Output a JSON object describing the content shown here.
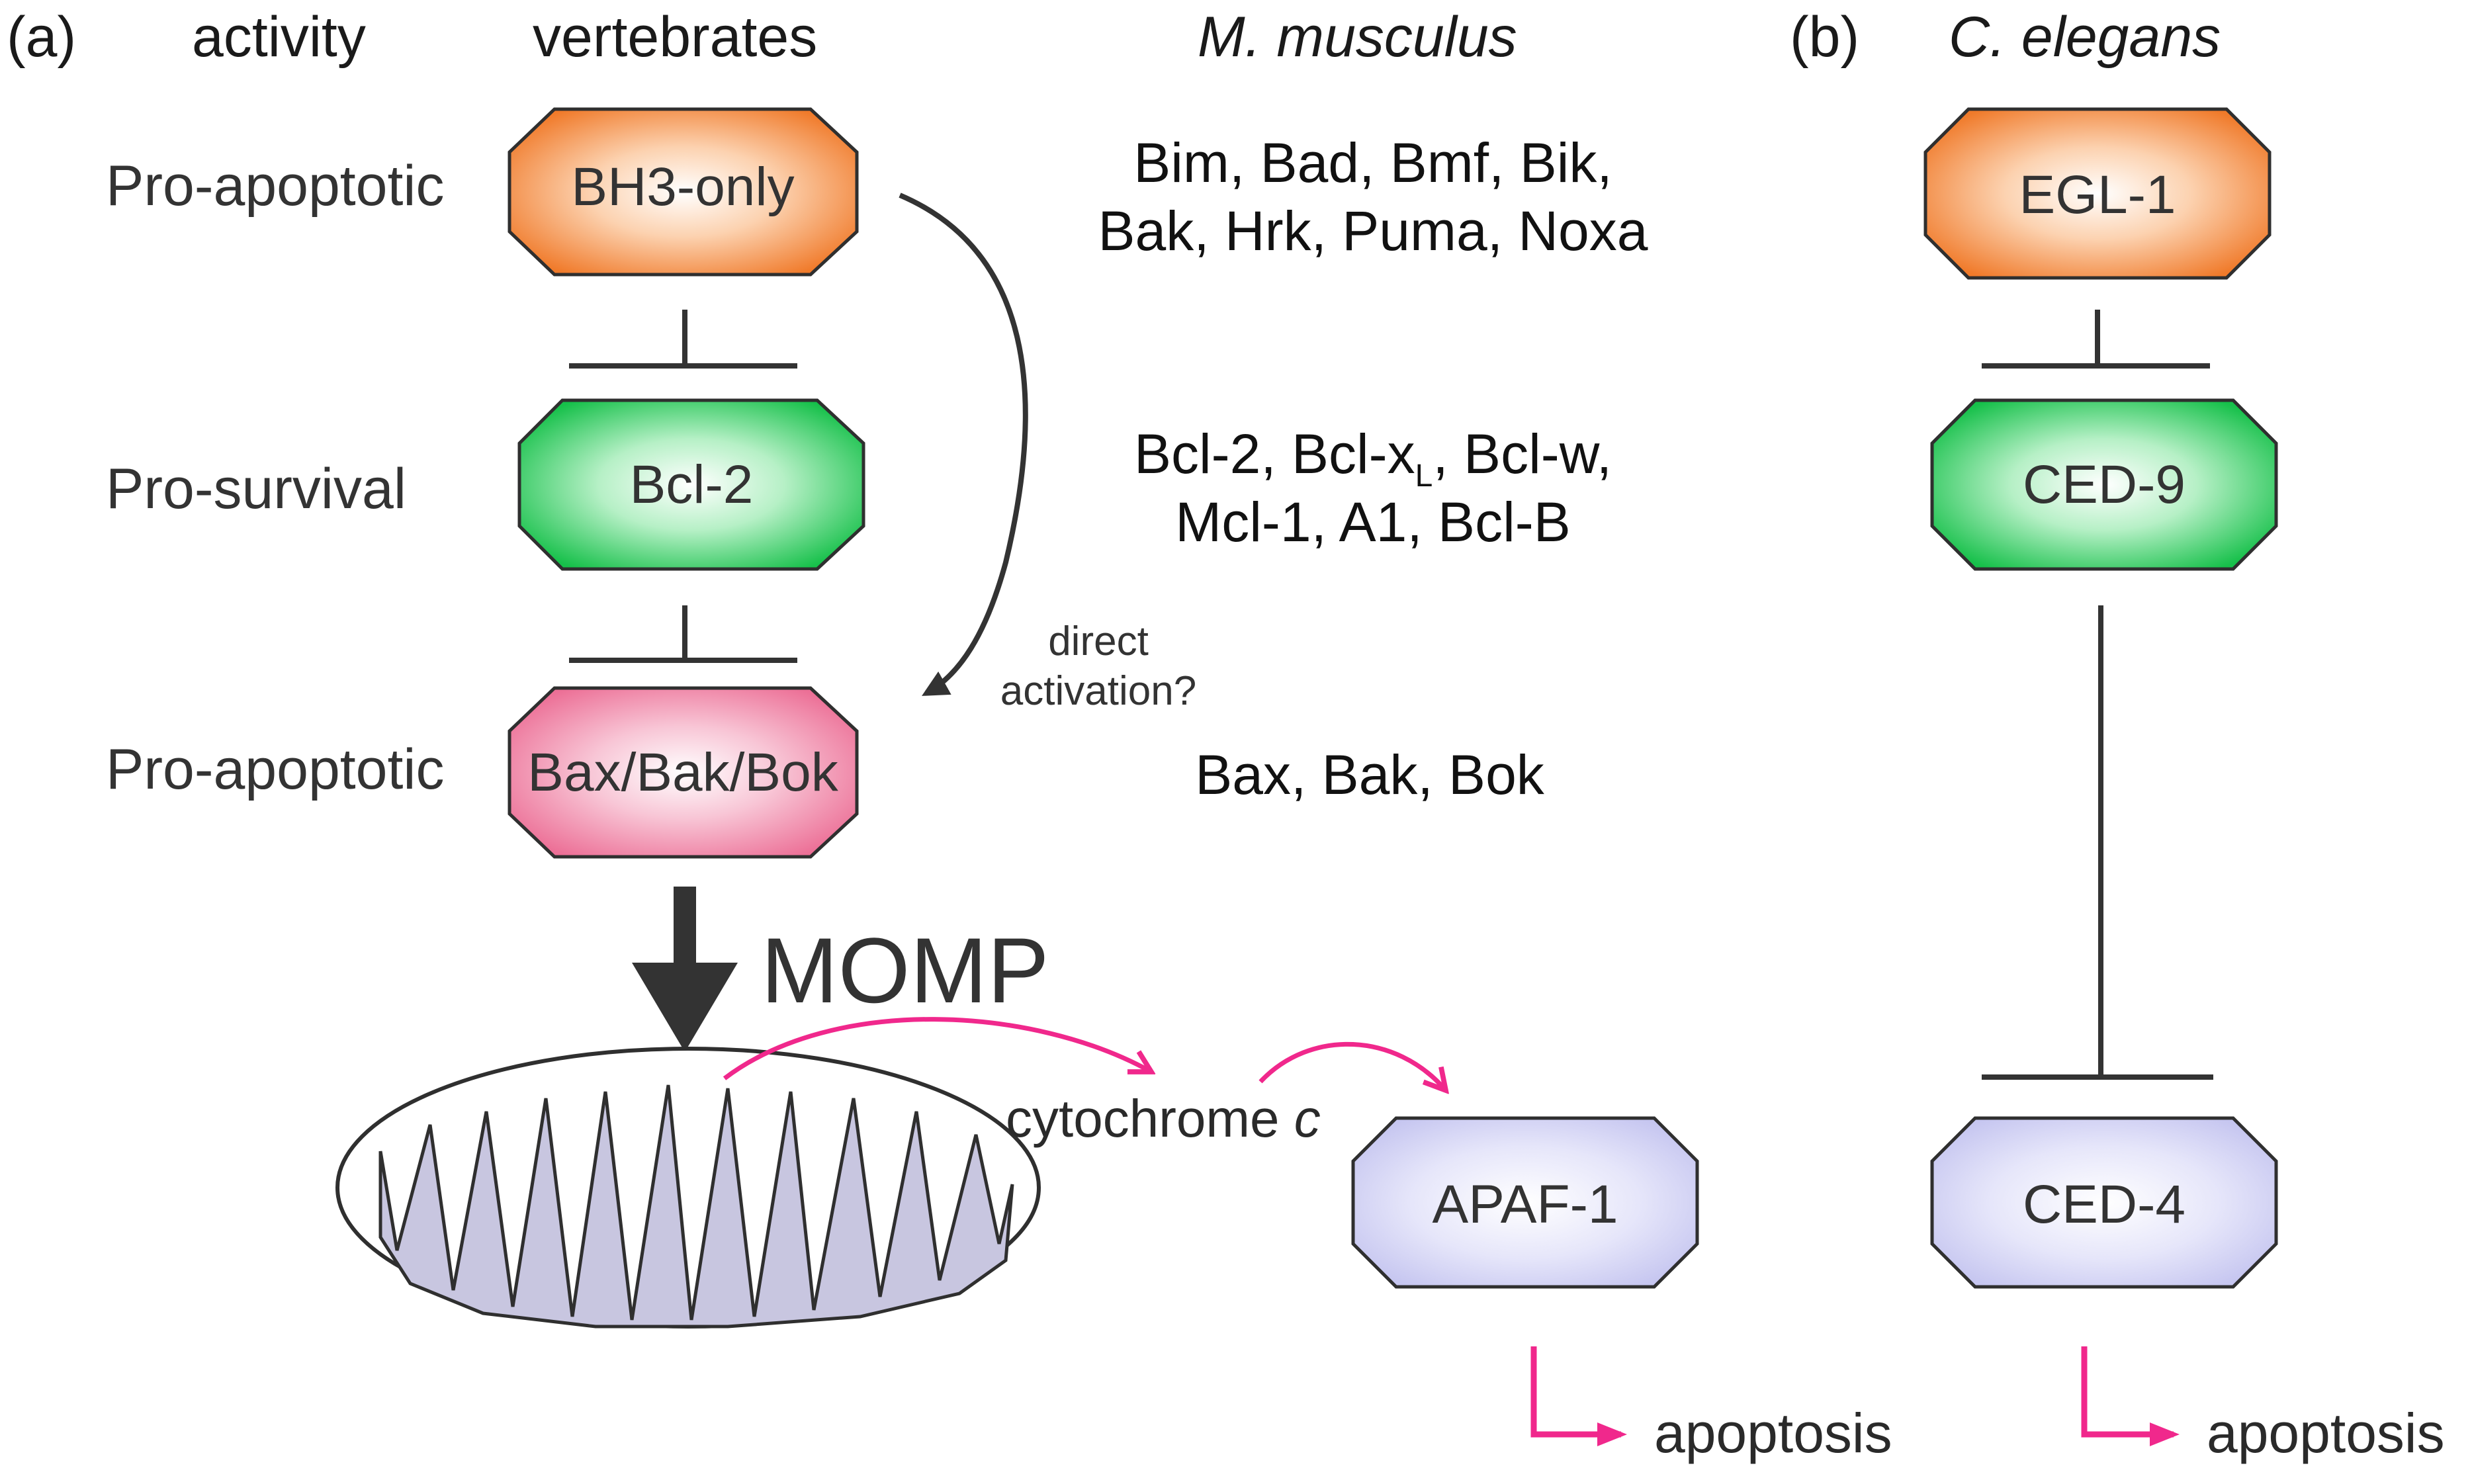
{
  "headers": {
    "panel_a": "(a)",
    "activity": "activity",
    "vertebrates": "vertebrates",
    "m_musculus": "M. musculus",
    "panel_b": "(b)",
    "c_elegans": "C. elegans"
  },
  "rows": {
    "pro_apoptotic_1": "Pro-apoptotic",
    "pro_survival": "Pro-survival",
    "pro_apoptotic_2": "Pro-apoptotic"
  },
  "nodes": {
    "bh3": "BH3-only",
    "bcl2": "Bcl-2",
    "bax": "Bax/Bak/Bok",
    "apaf": "APAF-1",
    "egl": "EGL-1",
    "ced9": "CED-9",
    "ced4": "CED-4"
  },
  "mouse_lists": {
    "bh3_line1": "Bim, Bad, Bmf, Bik,",
    "bh3_line2": "Bak, Hrk, Puma, Noxa",
    "bcl2_line1_a": "Bcl-2, Bcl-x",
    "bcl2_line1_sub": "L",
    "bcl2_line1_b": ", Bcl-w,",
    "bcl2_line2": "Mcl-1, A1, Bcl-B",
    "bax_line": "Bax, Bak, Bok"
  },
  "annotations": {
    "direct_1": "direct",
    "direct_2": "activation?",
    "momp": "MOMP",
    "cyto_main": "cytochrome ",
    "cyto_italic": "c",
    "apoptosis_a": "apoptosis",
    "apoptosis_b": "apoptosis"
  },
  "colors": {
    "orange": "#f07a2a",
    "green": "#16c04a",
    "pink": "#ec6f96",
    "lavender": "#c8c8f2",
    "mito_fill": "#c8c6e0",
    "magenta_arrow": "#f0288c",
    "dark": "#333333"
  },
  "icons": {
    "octagon_node": "octagon",
    "mitochondrion": "mitochondrion-icon",
    "inhibition": "t-bar",
    "activation": "arrow"
  }
}
